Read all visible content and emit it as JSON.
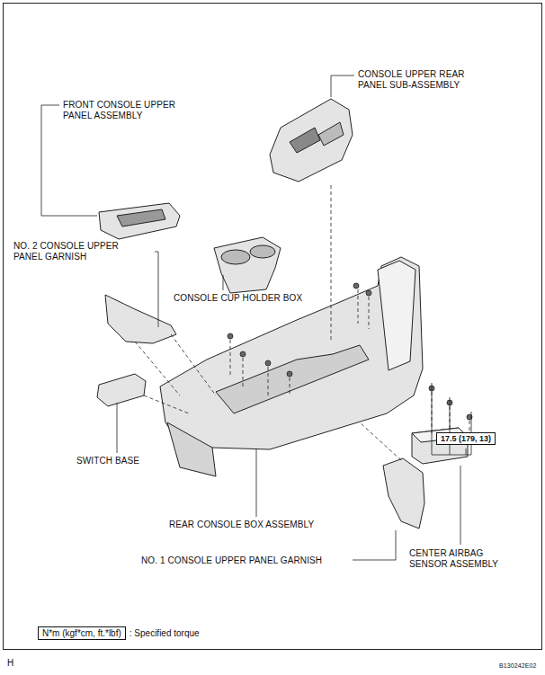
{
  "diagram": {
    "nodes": [
      {
        "text": [
          "17.5 (179, 13)"
        ]
      },
      {
        "text": [
          "N*m (kgf*cm, ft.*lbf)",
          ": Specified torque"
        ]
      }
    ],
    "labels": [
      "CONSOLE UPPER REAR PANEL SUB-ASSEMBLY",
      "FRONT CONSOLE UPPER PANEL ASSEMBLY",
      "NO. 2 CONSOLE UPPER PANEL GARNISH",
      "CONSOLE CUP HOLDER BOX",
      "SWITCH BASE",
      "REAR CONSOLE BOX ASSEMBLY",
      "NO. 1 CONSOLE UPPER PANEL GARNISH",
      "CENTER AIRBAG SENSOR ASSEMBLY",
      "H",
      "B130242E02"
    ]
  }
}
